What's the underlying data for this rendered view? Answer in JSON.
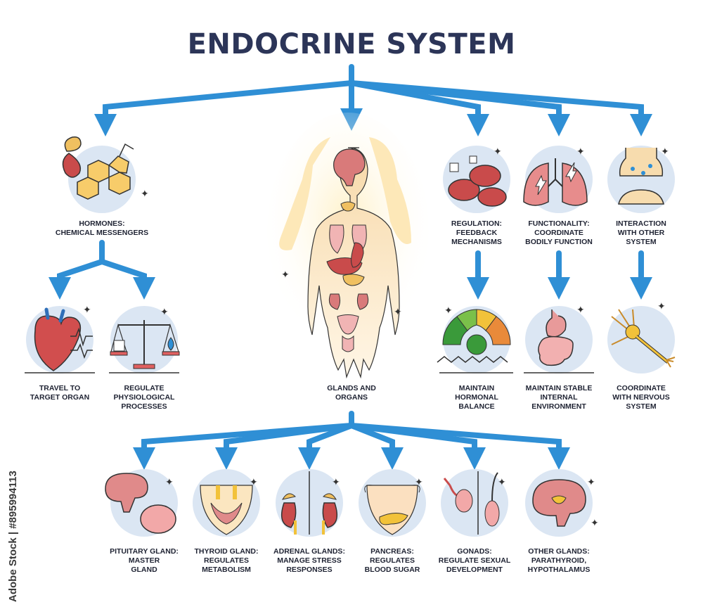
{
  "title": "ENDOCRINE SYSTEM",
  "watermark": "Adobe Stock | #895994113",
  "colors": {
    "arrow": "#2f8fd5",
    "arrow_dark": "#1f6fb8",
    "title": "#2c3558",
    "circle": "#dbe6f3",
    "organ": "#c94b4b",
    "skin": "#f7dcae"
  },
  "labels": {
    "hormones": "HORMONES:\nCHEMICAL MESSENGERS",
    "travel": "TRAVEL TO\nTARGET ORGAN",
    "regulate_processes": "REGULATE\nPHYSIOLOGICAL\nPROCESSES",
    "glands_organs": "GLANDS AND\nORGANS",
    "regulation": "REGULATION:\nFEEDBACK\nMECHANISMS",
    "functionality": "FUNCTIONALITY:\nCOORDINATE\nBODILY FUNCTION",
    "interaction": "INTERACTION\nWITH OTHER\nSYSTEM",
    "hormonal_balance": "MAINTAIN\nHORMONAL\nBALANCE",
    "stable_env": "MAINTAIN STABLE\nINTERNAL\nENVIRONMENT",
    "nervous": "COORDINATE\nWITH NERVOUS\nSYSTEM",
    "pituitary": "PITUITARY GLAND:\nMASTER\nGLAND",
    "thyroid": "THYROID GLAND:\nREGULATES\nMETABOLISM",
    "adrenal": "ADRENAL GLANDS:\nMANAGE STRESS\nRESPONSES",
    "pancreas": "PANCREAS:\nREGULATES\nBLOOD SUGAR",
    "gonads": "GONADS:\nREGULATE SEXUAL\nDEVELOPMENT",
    "other": "OTHER GLANDS:\nPARATHYROID,\nHYPOTHALAMUS"
  },
  "icons": [
    "kidney-hormone-molecule-icon",
    "heart-pulse-icon",
    "balance-scale-icon",
    "female-body-organs-icon",
    "red-blood-cells-icon",
    "lungs-icon",
    "synapse-icon",
    "balance-gauge-icon",
    "digestive-system-icon",
    "neuron-icon",
    "brain-pituitary-icon",
    "thyroid-icon",
    "adrenal-kidneys-icon",
    "pancreas-icon",
    "reproductive-organs-icon",
    "brain-icon"
  ]
}
